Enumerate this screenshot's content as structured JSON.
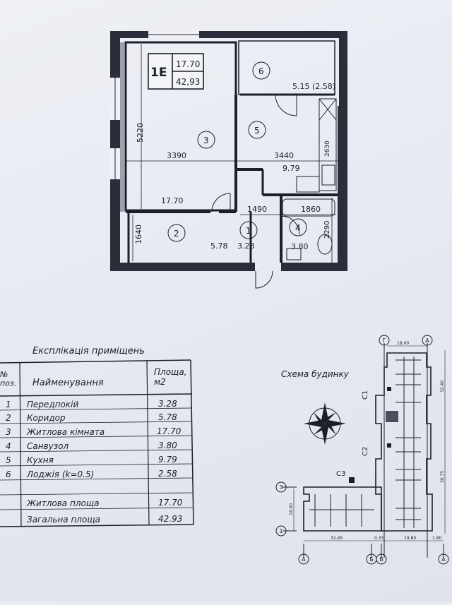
{
  "plan": {
    "unit_code": "1E",
    "living_area": "17.70",
    "total_area": "42,93",
    "room_numbers": [
      "1",
      "2",
      "3",
      "4",
      "5",
      "6"
    ],
    "room_areas": {
      "r1": "3.28",
      "r2": "5.78",
      "r3": "17.70",
      "r4": "3.80",
      "r5": "9.79",
      "r6": "5.15 (2.58)"
    },
    "dimensions": {
      "d5220": "5220",
      "d3390": "3390",
      "d3440": "3440",
      "d1490": "1490",
      "d1860": "1860",
      "d1640": "1640",
      "d2290": "2290",
      "d2630": "2630"
    }
  },
  "explication": {
    "title": "Експлікація приміщень",
    "col_no": "№\nпоз.",
    "col_name": "Найменування",
    "col_area": "Площа,\nм2",
    "rows": [
      {
        "no": "1",
        "name": "Передпокій",
        "area": "3.28"
      },
      {
        "no": "2",
        "name": "Коридор",
        "area": "5.78"
      },
      {
        "no": "3",
        "name": "Житлова кімната",
        "area": "17.70"
      },
      {
        "no": "4",
        "name": "Санвузол",
        "area": "3.80"
      },
      {
        "no": "5",
        "name": "Кухня",
        "area": "9.79"
      },
      {
        "no": "6",
        "name": "Лоджія (k=0.5)",
        "area": "2.58"
      }
    ],
    "living_label": "Житлова площа",
    "living_value": "17.70",
    "total_label": "Загальна площа",
    "total_value": "42.93"
  },
  "scheme": {
    "title": "Схема будинку",
    "sections": [
      "C1",
      "C2",
      "C3"
    ],
    "axes_top": [
      "Г",
      "А"
    ],
    "axes_left": [
      "3",
      "1"
    ],
    "axes_bottom": [
      "А",
      "Б",
      "В",
      "А"
    ],
    "dims": {
      "top": "18.00",
      "left": "18.00",
      "bottom_a": "32.45",
      "bottom_b": "0.33",
      "bottom_c": "19.80",
      "bottom_d": "1.80",
      "right_a": "32.40",
      "right_b": "30.75"
    }
  }
}
